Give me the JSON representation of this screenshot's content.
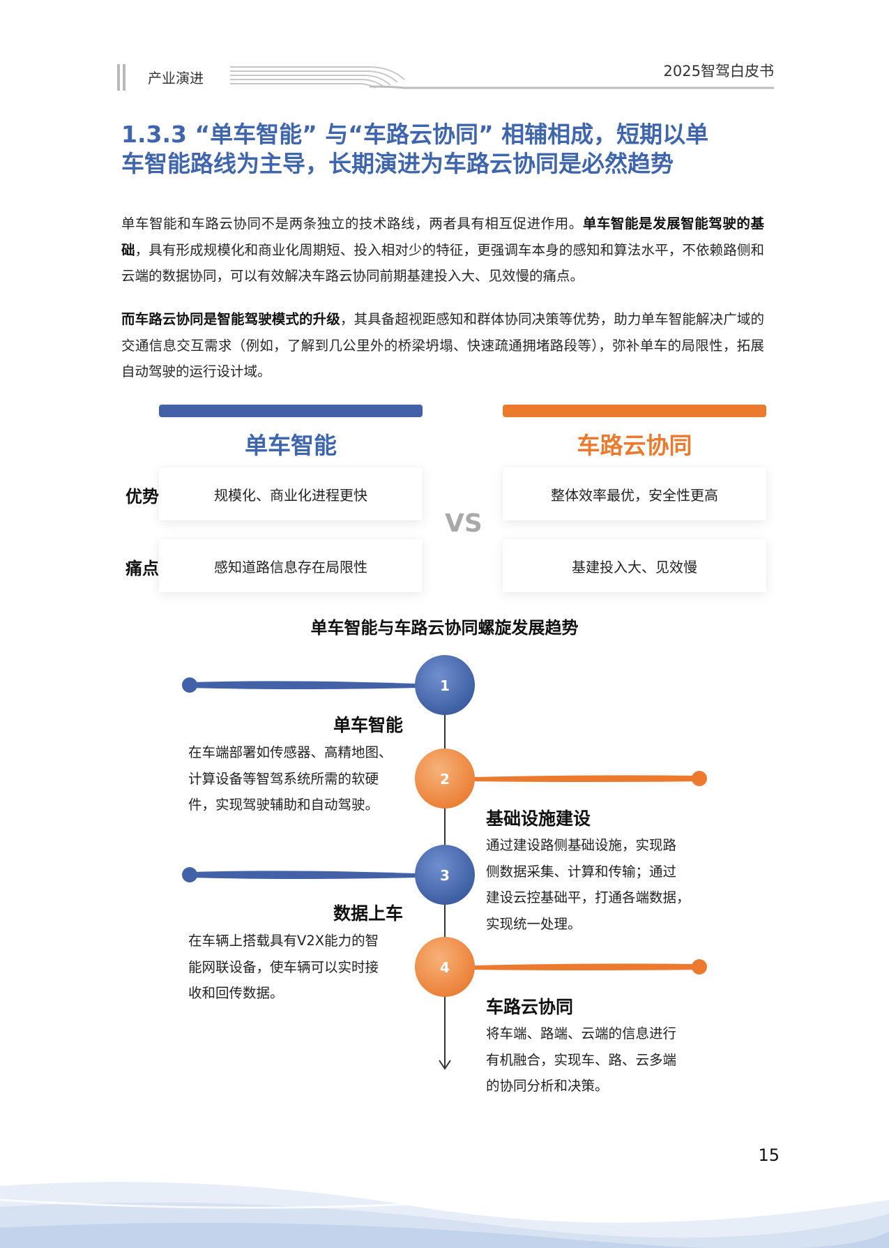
{
  "header": {
    "section": "产业演进",
    "book": "2025智驾白皮书"
  },
  "title": {
    "line1": "1.3.3 “单车智能” 与“车路云协同” 相辅相成，短期以单",
    "line2": "车智能路线为主导，长期演进为车路云协同是必然趋势"
  },
  "paragraphs": {
    "p1": {
      "lead": "单车智能和车路云协同不是两条独立的技术路线，两者具有相互促进作用。",
      "bold": "单车智能是发展智能驾驶的基础",
      "tail": "，具有形成规模化和商业化周期短、投入相对少的特征，更强调车本身的感知和算法水平，不依赖路侧和云端的数据协同，可以有效解决车路云协同前期基建投入大、见效慢的痛点。"
    },
    "p2": {
      "bold": "而车路云协同是智能驾驶模式的升级",
      "tail": "，其具备超视距感知和群体协同决策等优势，助力单车智能解决广域的交通信息交互需求（例如，了解到几公里外的桥梁坍塌、快速疏通拥堵路段等），弥补单车的局限性，拓展自动驾驶的运行设计域。"
    }
  },
  "comparison": {
    "left_title": "单车智能",
    "right_title": "车路云协同",
    "vs": "VS",
    "row1_label": "优势",
    "row2_label": "痛点",
    "left_adv": "规模化、商业化进程更快",
    "right_adv": "整体效率最优，安全性更高",
    "left_pain": "感知道路信息存在局限性",
    "right_pain": "基建投入大、见效慢",
    "colors": {
      "blue": "#4261a6",
      "orange": "#ec7a2e"
    }
  },
  "timeline": {
    "title": "单车智能与车路云协同螺旋发展趋势",
    "steps": [
      {
        "num": "1",
        "title": "单车智能",
        "desc": [
          "在车端部署如传感器、高精地图、",
          "计算设备等智驾系统所需的软硬",
          "件，实现驾驶辅助和自动驾驶。"
        ]
      },
      {
        "num": "2",
        "title": "基础设施建设",
        "desc": [
          "通过建设路侧基础设施，实现路",
          "侧数据采集、计算和传输；通过",
          "建设云控基础平，打通各端数据，",
          "实现统一处理。"
        ]
      },
      {
        "num": "3",
        "title": "数据上车",
        "desc": [
          "在车辆上搭载具有V2X能力的智",
          "能网联设备，使车辆可以实时接",
          "收和回传数据。"
        ]
      },
      {
        "num": "4",
        "title": "车路云协同",
        "desc": [
          "将车端、路端、云端的信息进行",
          "有机融合，实现车、路、云多端",
          "的协同分析和决策。"
        ]
      }
    ]
  },
  "page_number": "15"
}
